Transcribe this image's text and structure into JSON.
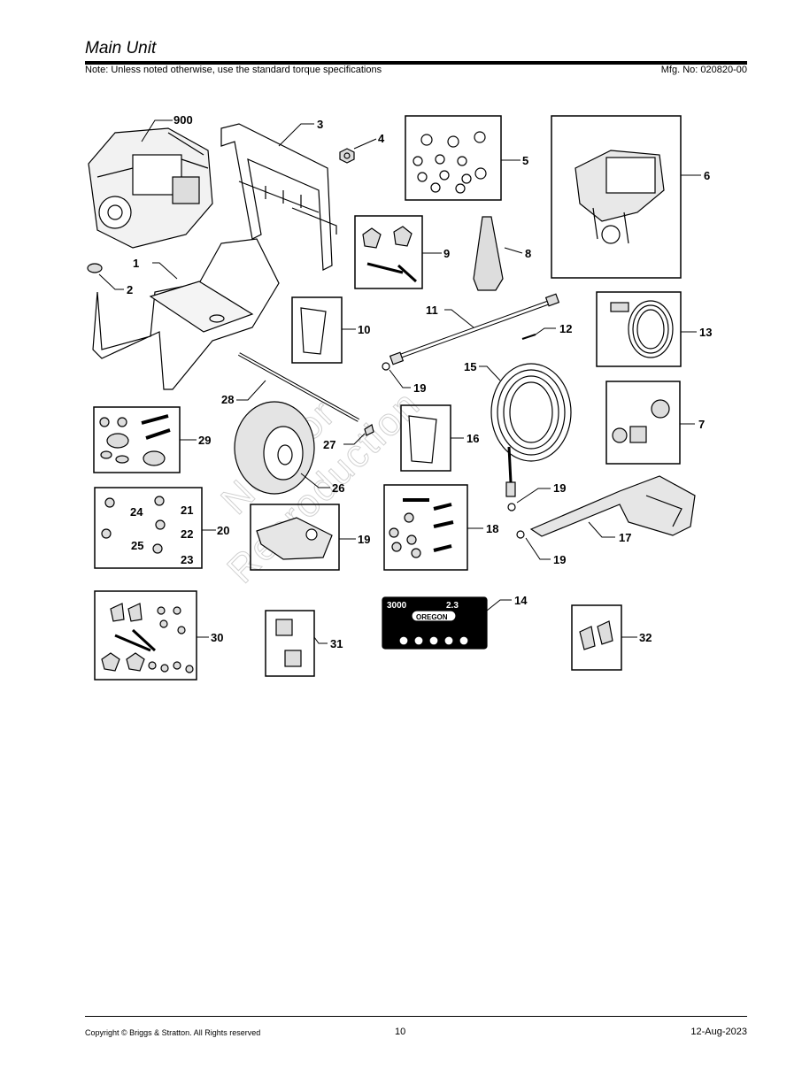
{
  "header": {
    "title": "Main Unit",
    "note": "Note: Unless noted otherwise, use the standard torque specifications",
    "mfg_no": "Mfg. No: 020820-00"
  },
  "watermark": {
    "line1": "Not For",
    "line2": "Reproduction"
  },
  "callouts": {
    "c900": "900",
    "c3": "3",
    "c4": "4",
    "c5": "5",
    "c6": "6",
    "c1": "1",
    "c2": "2",
    "c9": "9",
    "c8": "8",
    "c10": "10",
    "c11": "11",
    "c12": "12",
    "c13": "13",
    "c19a": "19",
    "c15": "15",
    "c7": "7",
    "c28": "28",
    "c29": "29",
    "c27": "27",
    "c16": "16",
    "c26": "26",
    "c19b": "19",
    "c24": "24",
    "c21": "21",
    "c20": "20",
    "c22": "22",
    "c25": "25",
    "c23": "23",
    "c19c": "19",
    "c18": "18",
    "c17": "17",
    "c19d": "19",
    "c14": "14",
    "c30": "30",
    "c31": "31",
    "c32": "32"
  },
  "decal": {
    "psi": "3000",
    "gpm": "2.3",
    "brand": "OREGON"
  },
  "footer": {
    "copyright": "Copyright ©  Briggs & Stratton. All Rights reserved",
    "page": "10",
    "date": "12-Aug-2023"
  }
}
